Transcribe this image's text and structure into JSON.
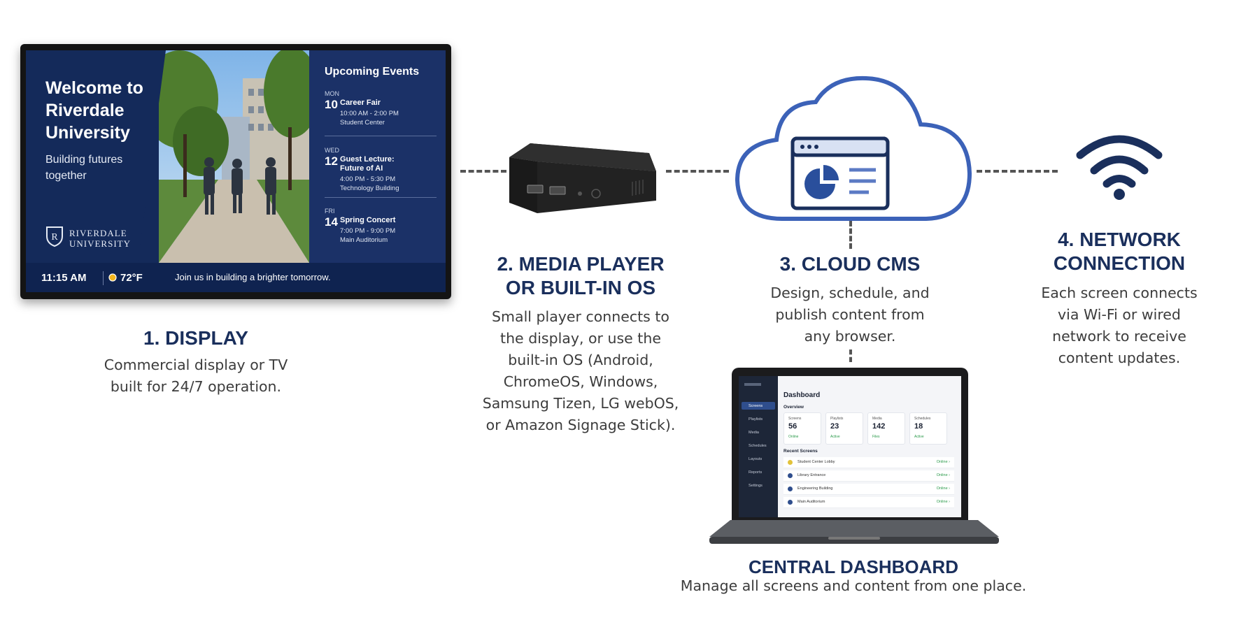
{
  "steps": {
    "display": {
      "title": "1. DISPLAY",
      "desc_lines": [
        "Commercial display or TV",
        "built for 24/7 operation."
      ]
    },
    "player": {
      "title_lines": [
        "2. MEDIA PLAYER",
        "OR BUILT-IN OS"
      ],
      "desc_lines": [
        "Small player connects to",
        "the display, or use the",
        "built-in OS (Android,",
        "ChromeOS, Windows,",
        "Samsung Tizen, LG webOS,",
        "or Amazon Signage Stick)."
      ]
    },
    "cloud": {
      "title": "3. CLOUD CMS",
      "desc_lines": [
        "Design, schedule, and",
        "publish content from",
        "any browser."
      ]
    },
    "network": {
      "title_lines": [
        "4. NETWORK",
        "CONNECTION"
      ],
      "desc_lines": [
        "Each screen connects",
        "via Wi-Fi or wired",
        "network to receive",
        "content updates."
      ]
    },
    "dashboard": {
      "title": "CENTRAL DASHBOARD",
      "desc": "Manage all screens and content from one place."
    }
  },
  "tv": {
    "welcome_lines": [
      "Welcome to",
      "Riverdale",
      "University"
    ],
    "sub_lines": [
      "Building futures",
      "together"
    ],
    "logo_lines": [
      "RIVERDALE",
      "UNIVERSITY"
    ],
    "events_title": "Upcoming Events",
    "events": [
      {
        "day": "MON",
        "num": "10",
        "title_lines": [
          "Career Fair"
        ],
        "meta_lines": [
          "10:00 AM - 2:00 PM",
          "Student Center"
        ]
      },
      {
        "day": "WED",
        "num": "12",
        "title_lines": [
          "Guest Lecture:",
          "Future of AI"
        ],
        "meta_lines": [
          "4:00 PM - 5:30 PM",
          "Technology Building"
        ]
      },
      {
        "day": "FRI",
        "num": "14",
        "title_lines": [
          "Spring Concert"
        ],
        "meta_lines": [
          "7:00 PM - 9:00 PM",
          "Main Auditorium"
        ]
      }
    ],
    "time": "11:15 AM",
    "temp": "72°F",
    "message": "Join us in building a brighter tomorrow."
  },
  "laptop": {
    "title": "Dashboard",
    "overview": "Overview",
    "sidebar": [
      "Screens",
      "Playlists",
      "Media",
      "Schedules",
      "Layouts",
      "Reports",
      "Settings"
    ],
    "cards": [
      {
        "label": "Screens",
        "value": "56",
        "status": "Online"
      },
      {
        "label": "Playlists",
        "value": "23",
        "status": "Active"
      },
      {
        "label": "Media",
        "value": "142",
        "status": "Files"
      },
      {
        "label": "Schedules",
        "value": "18",
        "status": "Active"
      }
    ],
    "recent_title": "Recent Screens",
    "recent": [
      {
        "name": "Student Center Lobby",
        "status": "Online ›"
      },
      {
        "name": "Library Entrance",
        "status": "Online ›"
      },
      {
        "name": "Engineering Building",
        "status": "Online ›"
      },
      {
        "name": "Main Auditorium",
        "status": "Online ›"
      }
    ]
  },
  "colors": {
    "title": "#1a2f5c",
    "accent": "#3c62b8",
    "screen_bg": "#142a5a"
  },
  "icons": [
    "cloud-icon",
    "pie-chart-icon",
    "wifi-icon",
    "media-player-box",
    "laptop-icon"
  ]
}
